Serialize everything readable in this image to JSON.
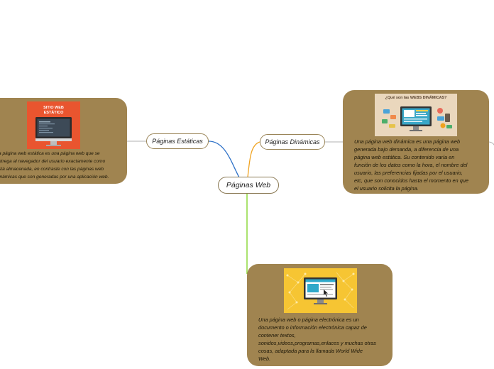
{
  "colors": {
    "card_fill": "#a08450",
    "pill_border": "#9a8558",
    "branch_blue": "#2f72c8",
    "branch_orange": "#f0a21e",
    "branch_green": "#7ed321",
    "branch_gray": "#b0b0b0"
  },
  "central": {
    "label": "Páginas Web"
  },
  "branches": {
    "static": {
      "label": "Páginas Estáticas"
    },
    "dynamic": {
      "label": "Páginas Dinámicas"
    }
  },
  "cards": {
    "static": {
      "image_title": "SITIO WEB\nESTÁTICO",
      "text": "a página web estática es una página web que se\nntrega al navegador del usuario exactamente como\nstá almacenada, en contraste con las páginas web\ninámicas que son generadas por una aplicación web."
    },
    "dynamic": {
      "image_title": "¿Qué son las WEBS DINÁMICAS?",
      "text": "Una página web dinámica es una página web\ngenerada bajo demanda, a diferencia de una\npágina web estática. Su contenido varía en\nfunción de los datos como la hora, el nombre del\nusuario, las preferencias fijadas por el usuario,\netc, que son conocidos hasta el momento en que\nel usuario solicita la página."
    },
    "definition": {
      "text": "Una página web o página electrónica es un\ndocumento o información electrónica capaz de\ncontener textos,\nsonidos,videos,programas,enlaces y muchas otras\ncosas, adaptada para la llamada World Wide\nWeb."
    }
  }
}
